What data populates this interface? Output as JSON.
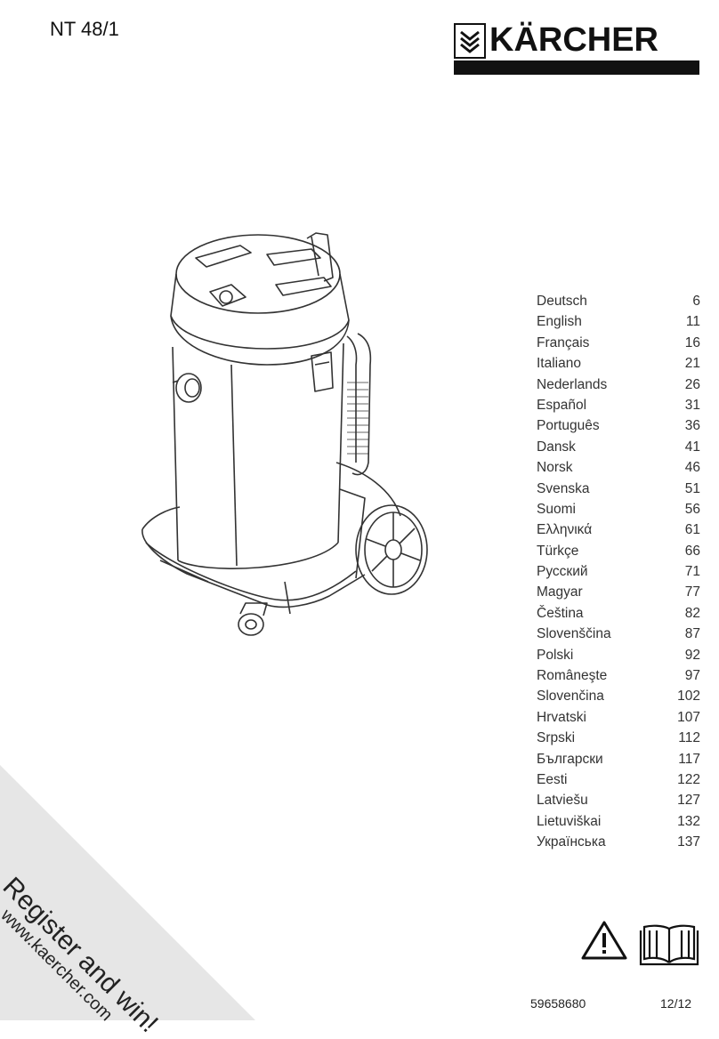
{
  "header": {
    "model": "NT 48/1",
    "brand": "KÄRCHER"
  },
  "toc": [
    {
      "lang": "Deutsch",
      "page": "6"
    },
    {
      "lang": "English",
      "page": "11"
    },
    {
      "lang": "Français",
      "page": "16"
    },
    {
      "lang": "Italiano",
      "page": "21"
    },
    {
      "lang": "Nederlands",
      "page": "26"
    },
    {
      "lang": "Español",
      "page": "31"
    },
    {
      "lang": "Português",
      "page": "36"
    },
    {
      "lang": "Dansk",
      "page": "41"
    },
    {
      "lang": "Norsk",
      "page": "46"
    },
    {
      "lang": "Svenska",
      "page": "51"
    },
    {
      "lang": "Suomi",
      "page": "56"
    },
    {
      "lang": "Ελληνικά",
      "page": "61"
    },
    {
      "lang": "Türkçe",
      "page": "66"
    },
    {
      "lang": "Русский",
      "page": "71"
    },
    {
      "lang": "Magyar",
      "page": "77"
    },
    {
      "lang": "Čeština",
      "page": "82"
    },
    {
      "lang": "Slovenščina",
      "page": "87"
    },
    {
      "lang": "Polski",
      "page": "92"
    },
    {
      "lang": "Româneşte",
      "page": "97"
    },
    {
      "lang": "Slovenčina",
      "page": "102"
    },
    {
      "lang": "Hrvatski",
      "page": "107"
    },
    {
      "lang": "Srpski",
      "page": "112"
    },
    {
      "lang": "Български",
      "page": "117"
    },
    {
      "lang": "Eesti",
      "page": "122"
    },
    {
      "lang": "Latviešu",
      "page": "127"
    },
    {
      "lang": "Lietuviškai",
      "page": "132"
    },
    {
      "lang": "Українська",
      "page": "137"
    }
  ],
  "promo": {
    "title": "Register and win!",
    "url": "www.kaercher.com"
  },
  "footer": {
    "part_number": "59658680",
    "date": "12/12"
  },
  "icons": {
    "warning": "warning-triangle-icon",
    "manual": "open-book-icon",
    "logo_mark": "chevron-logo-icon"
  },
  "colors": {
    "corner_band": "#e6e6e6",
    "logo": "#111111"
  }
}
